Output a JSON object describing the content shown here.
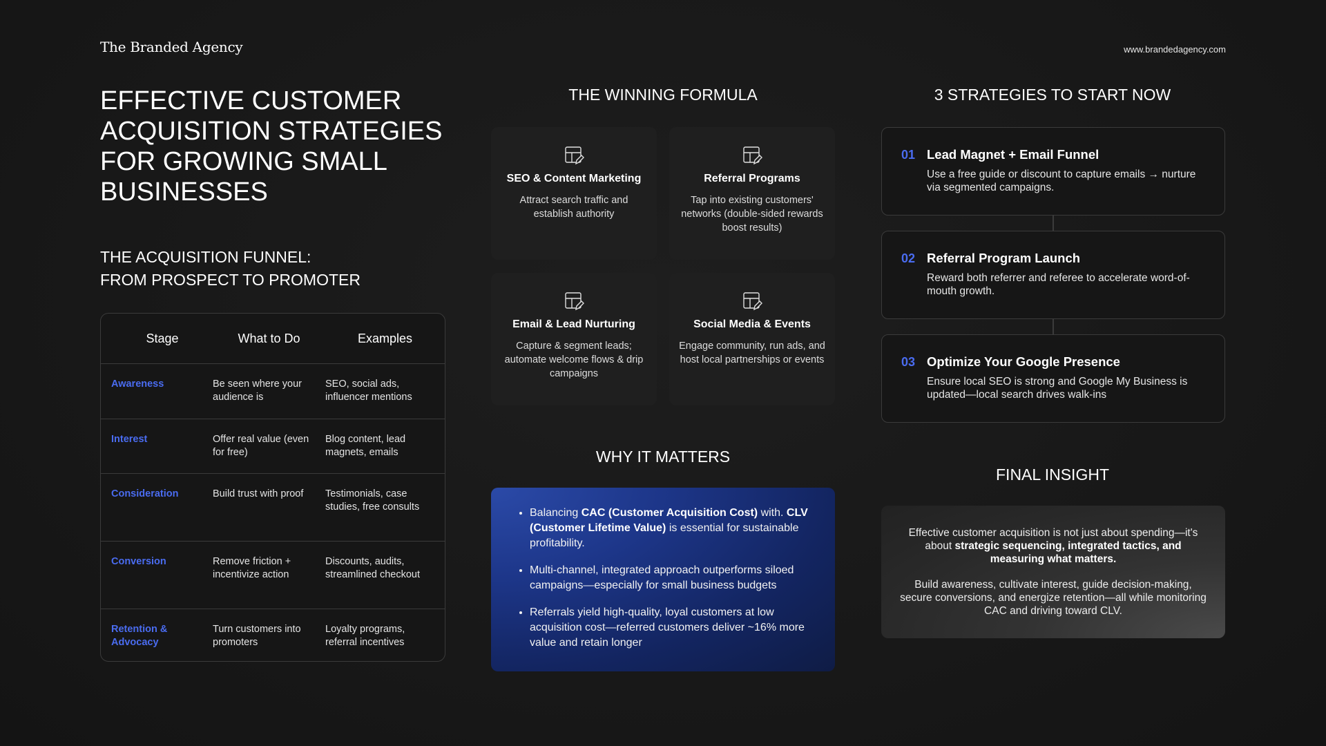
{
  "brand": {
    "logo_text": "The Branded Agency",
    "url": "www.brandedagency.com"
  },
  "main_title": "EFFECTIVE CUSTOMER ACQUISITION STRATEGIES FOR GROWING SMALL BUSINESSES",
  "funnel": {
    "title_line1": "THE ACQUISITION FUNNEL:",
    "title_line2": "FROM PROSPECT TO PROMOTER",
    "headers": [
      "Stage",
      "What to Do",
      "Examples"
    ],
    "rows": [
      {
        "stage": "Awareness",
        "what": "Be seen where your audience is",
        "examples": "SEO, social ads, influencer mentions"
      },
      {
        "stage": "Interest",
        "what": "Offer real value (even for free)",
        "examples": "Blog content, lead magnets, emails"
      },
      {
        "stage": "Consideration",
        "what": "Build trust with proof",
        "examples": "Testimonials, case studies, free consults"
      },
      {
        "stage": "Conversion",
        "what": "Remove friction + incentivize action",
        "examples": "Discounts, audits, streamlined checkout"
      },
      {
        "stage": "Retention & Advocacy",
        "what": "Turn customers into promoters",
        "examples": "Loyalty programs, referral incentives"
      }
    ]
  },
  "formula": {
    "title": "THE WINNING FORMULA",
    "icon": "layout-edit-icon",
    "cards": [
      {
        "title": "SEO & Content Marketing",
        "desc": "Attract search traffic and establish authority"
      },
      {
        "title": "Referral Programs",
        "desc": "Tap into existing customers' networks (double-sided rewards boost results)"
      },
      {
        "title": "Email & Lead Nurturing",
        "desc": "Capture & segment leads; automate welcome flows & drip campaigns"
      },
      {
        "title": "Social Media & Events",
        "desc": "Engage community, run ads, and host local partnerships or events"
      }
    ]
  },
  "why": {
    "title": "WHY IT MATTERS",
    "b1_pre": "Balancing ",
    "b1_bold1": "CAC (Customer Acquisition Cost)",
    "b1_mid": " with. ",
    "b1_bold2": "CLV (Customer Lifetime Value)",
    "b1_post": " is essential for sustainable profitability.",
    "b2": "Multi-channel, integrated approach outperforms siloed campaigns—especially for small business budgets",
    "b3": "Referrals yield high-quality, loyal customers at low acquisition cost—referred customers deliver ~16% more value and retain longer"
  },
  "strategies": {
    "title": "3 STRATEGIES TO START NOW",
    "items": [
      {
        "num": "01",
        "title": "Lead Magnet + Email Funnel",
        "desc": "Use a free guide or discount to capture emails → nurture via segmented campaigns."
      },
      {
        "num": "02",
        "title": "Referral Program Launch",
        "desc": "Reward both referrer and referee to accelerate word-of-mouth growth."
      },
      {
        "num": "03",
        "title": "Optimize Your Google Presence",
        "desc": "Ensure local SEO is strong and Google My Business is updated—local search drives walk-ins"
      }
    ]
  },
  "final": {
    "title": "FINAL INSIGHT",
    "p1_pre": "Effective customer acquisition is not just about spending—it's about ",
    "p1_bold": "strategic sequencing, integrated tactics, and measuring what matters.",
    "p2": "Build awareness, cultivate interest, guide decision-making, secure conversions, and energize retention—all while monitoring CAC and driving toward CLV."
  },
  "colors": {
    "accent_blue": "#4a6cf0",
    "background": "#1a1a1a",
    "card": "#1f1f1f",
    "border": "#3b3b3b"
  }
}
